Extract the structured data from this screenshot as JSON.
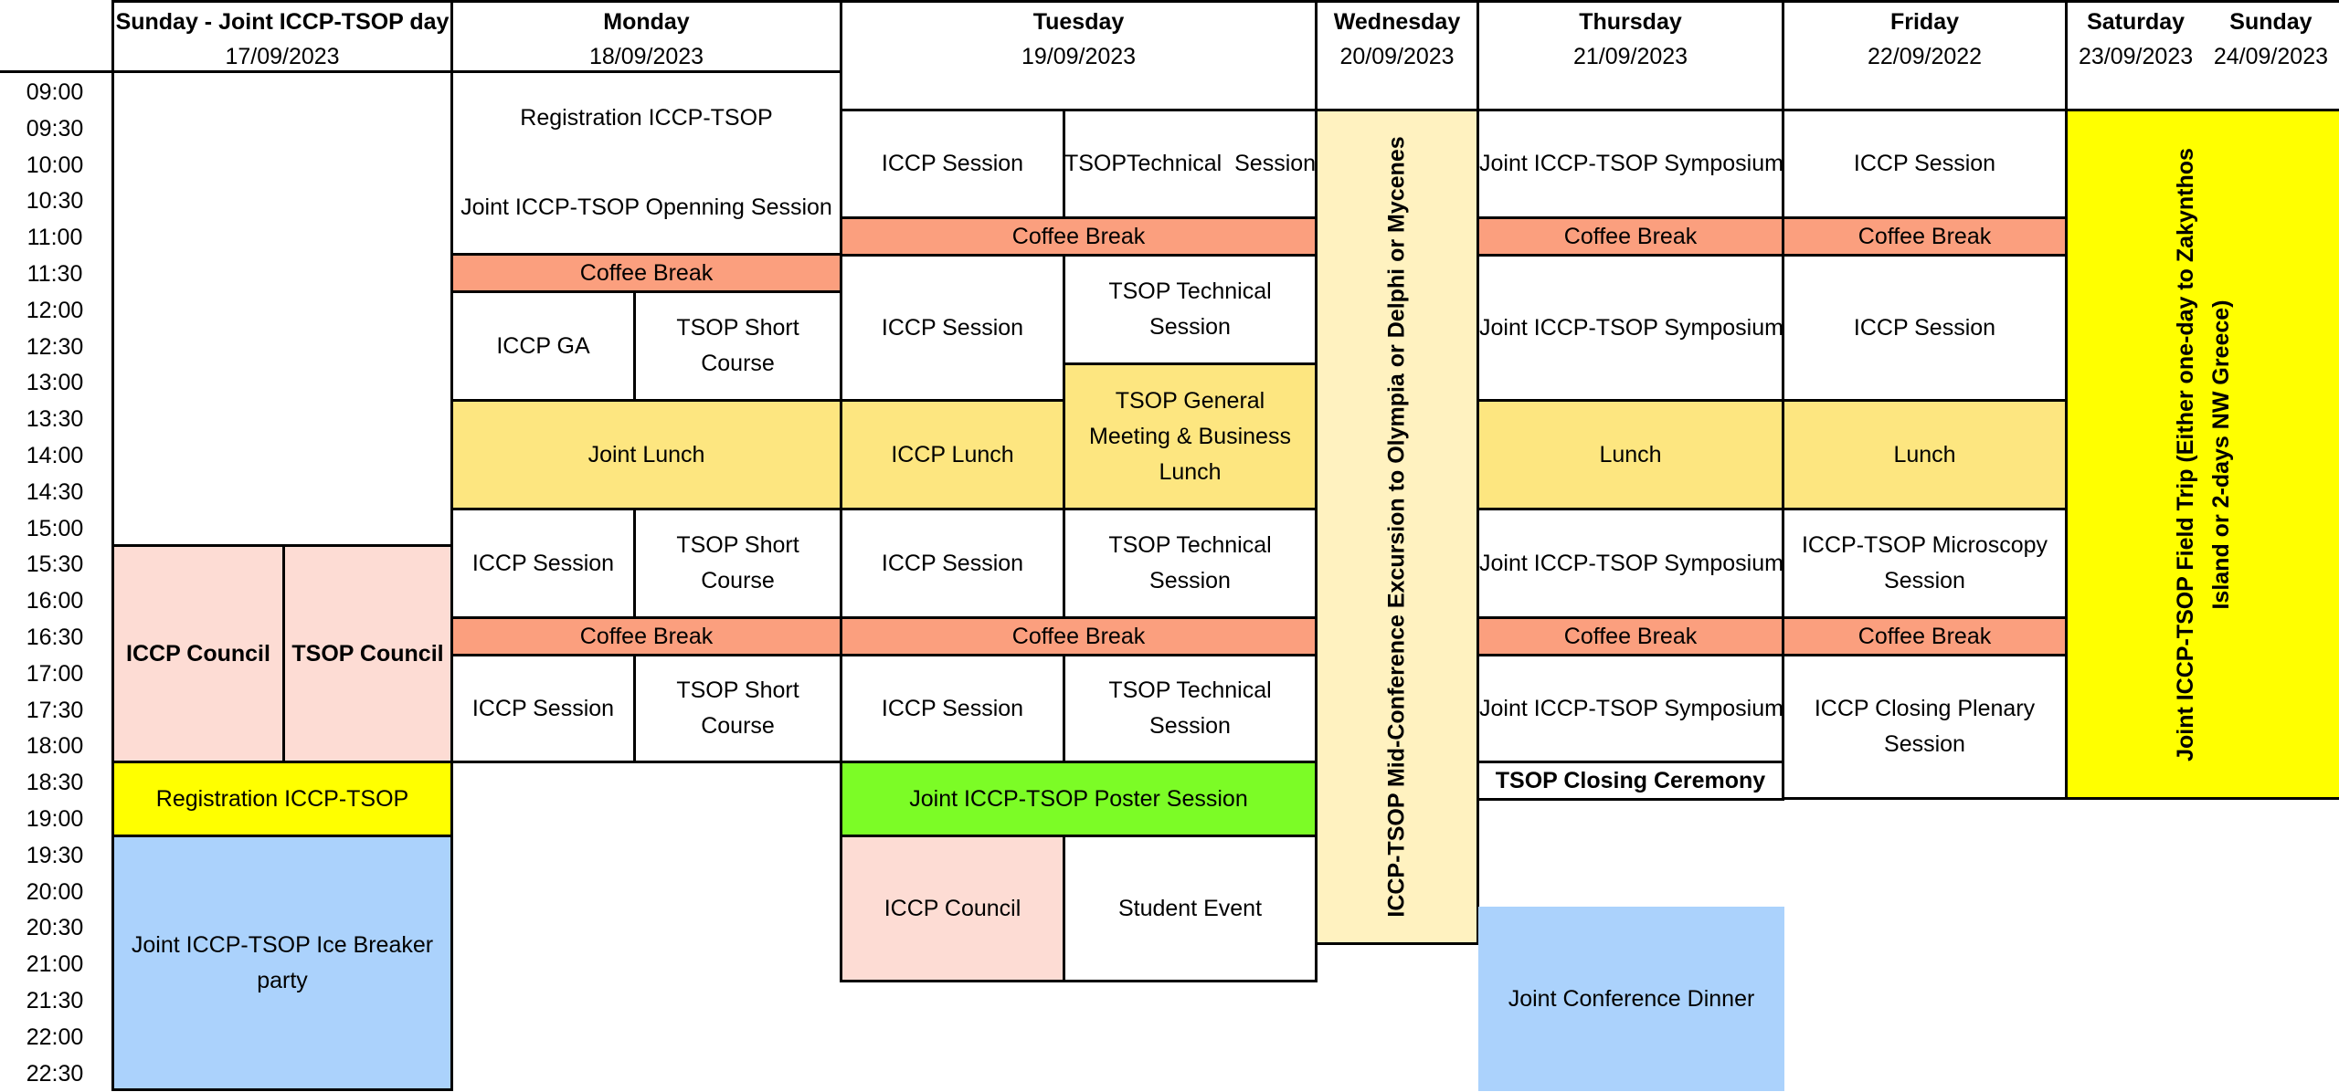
{
  "headers": {
    "sunday": {
      "day": "Sunday - Joint ICCP-TSOP day",
      "date": "17/09/2023"
    },
    "monday": {
      "day": "Monday",
      "date": "18/09/2023"
    },
    "tuesday": {
      "day": "Tuesday",
      "date": "19/09/2023"
    },
    "wednesday": {
      "day": "Wednesday",
      "date": "20/09/2023"
    },
    "thursday": {
      "day": "Thursday",
      "date": "21/09/2023"
    },
    "friday": {
      "day": "Friday",
      "date": "22/09/2022"
    },
    "saturday": {
      "day": "Saturday",
      "date": "23/09/2023"
    },
    "sunday2": {
      "day": "Sunday",
      "date": "24/09/2023"
    }
  },
  "times": [
    "09:00",
    "09:30",
    "10:00",
    "10:30",
    "11:00",
    "11:30",
    "12:00",
    "12:30",
    "13:00",
    "13:30",
    "14:00",
    "14:30",
    "15:00",
    "15:30",
    "16:00",
    "16:30",
    "17:00",
    "17:30",
    "18:00",
    "18:30",
    "19:00",
    "19:30",
    "20:00",
    "20:30",
    "21:00",
    "21:30",
    "22:00",
    "22:30"
  ],
  "sunday": {
    "iccp_council": "ICCP Council",
    "tsop_council": "TSOP Council",
    "registration": "Registration ICCP-TSOP",
    "ice_breaker": "Joint ICCP-TSOP Ice Breaker party"
  },
  "monday": {
    "registration": "Registration ICCP-TSOP",
    "opening": "Joint ICCP-TSOP Openning Session",
    "coffee1": "Coffee Break",
    "iccp_ga": "ICCP GA",
    "tsop_short1": "TSOP Short Course",
    "lunch": "Joint Lunch",
    "iccp_session1": "ICCP Session",
    "tsop_short2": "TSOP Short Course",
    "coffee2": "Coffee Break",
    "iccp_session2": "ICCP Session",
    "tsop_short3": "TSOP Short Course"
  },
  "tuesday": {
    "iccp_session1": "ICCP Session",
    "tsop_tech1": "TSOPTechnical  Session",
    "coffee1": "Coffee Break",
    "iccp_session2": "ICCP Session",
    "tsop_tech2": "TSOP Technical Session",
    "iccp_lunch": "ICCP Lunch",
    "tsop_general": "TSOP General Meeting & Business Lunch",
    "iccp_session3": "ICCP Session",
    "tsop_tech3": "TSOP Technical Session",
    "coffee2": "Coffee Break",
    "iccp_session4": "ICCP Session",
    "tsop_tech4": "TSOP Technical Session",
    "poster": "Joint ICCP-TSOP Poster Session",
    "iccp_council": "ICCP Council",
    "student": "Student Event"
  },
  "wednesday": {
    "excursion": "ICCP-TSOP Mid-Conference Excursion to Olympia or Delphi or Mycenes"
  },
  "thursday": {
    "symposium1": "Joint ICCP-TSOP Symposium",
    "coffee1": "Coffee Break",
    "symposium2": "Joint ICCP-TSOP Symposium",
    "lunch": "Lunch",
    "symposium3": "Joint ICCP-TSOP Symposium",
    "coffee2": "Coffee Break",
    "symposium4": "Joint ICCP-TSOP Symposium",
    "closing": "TSOP Closing Ceremony",
    "dinner": "Joint Conference Dinner"
  },
  "friday": {
    "iccp_session1": "ICCP Session",
    "coffee1": "Coffee Break",
    "iccp_session2": "ICCP Session",
    "lunch": "Lunch",
    "microscopy": "ICCP-TSOP Microscopy Session",
    "coffee2": "Coffee Break",
    "closing_plenary": "ICCP Closing Plenary Session"
  },
  "weekend": {
    "field_trip": "Joint ICCP-TSOP Field Trip (Either one-day to Zakynthos Island or 2-days NW Greece)"
  },
  "colors": {
    "coffee": "#fb9f7e",
    "lunch": "#fde680",
    "council": "#fddcd4",
    "registration_yellow": "#ffff00",
    "excursion": "#fff2c0",
    "blue": "#abd2fc",
    "poster_green": "#7cfc26"
  }
}
